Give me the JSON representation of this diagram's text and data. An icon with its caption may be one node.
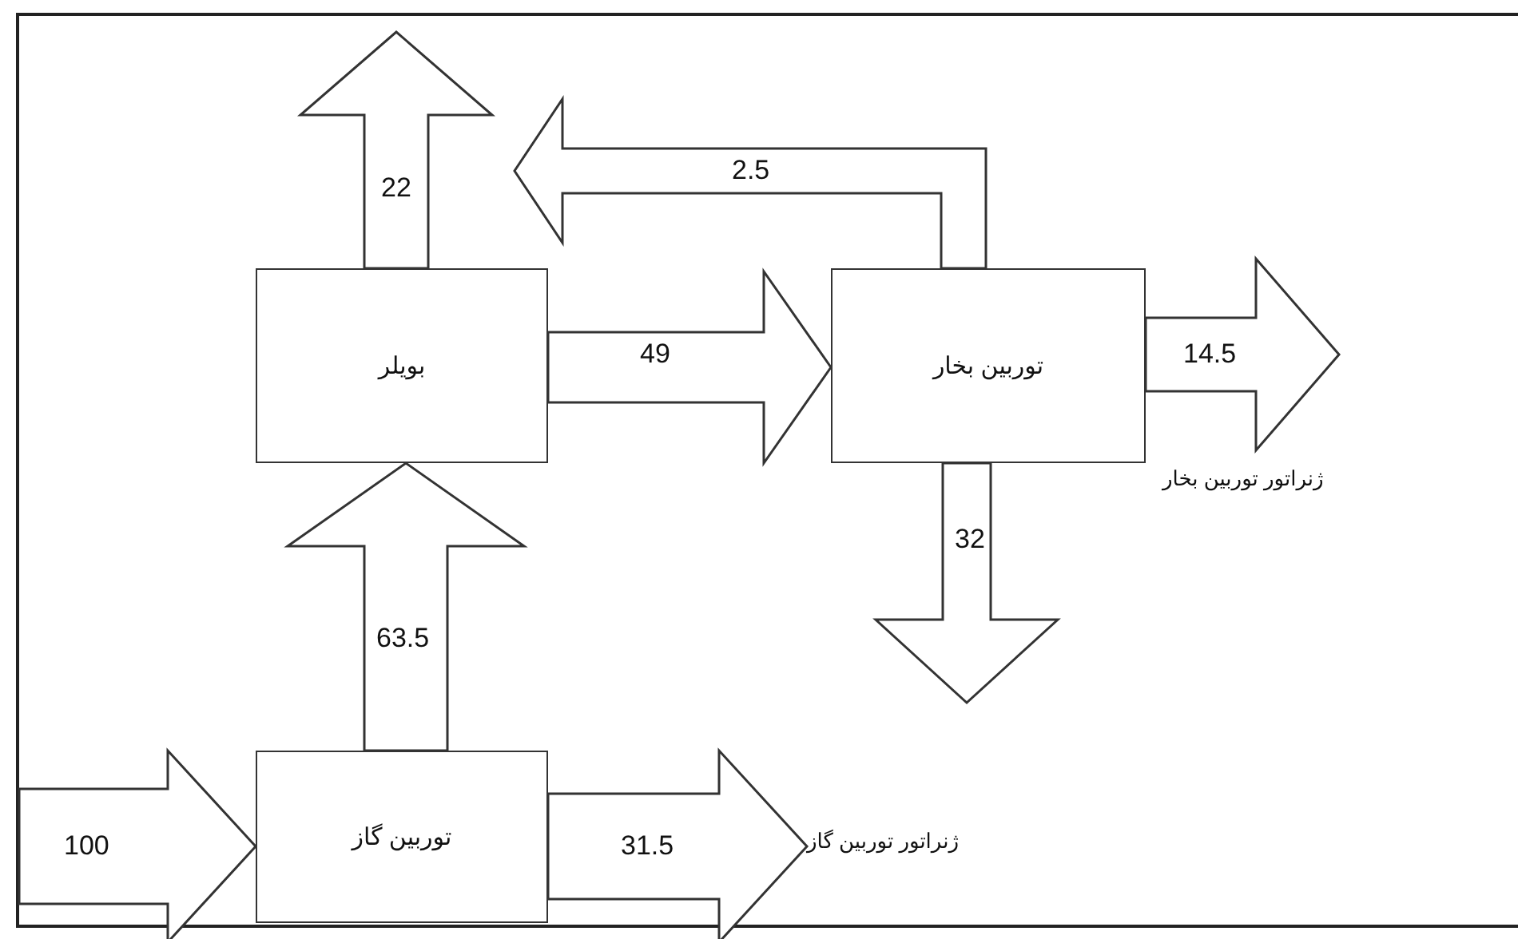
{
  "diagram": {
    "nodes": [
      {
        "text": [
          "بویلر"
        ]
      },
      {
        "text": [
          "توربین بخار"
        ]
      },
      {
        "text": [
          "توربین گاز"
        ]
      },
      {
        "text": [
          "ژنراتور توربین گاز"
        ]
      }
    ],
    "edges": [
      {
        "from": 0,
        "to": null,
        "arrow": "to",
        "label": "22"
      },
      {
        "from": 1,
        "to": null,
        "arrow": "to",
        "label": "2.5"
      },
      {
        "from": 0,
        "to": 1,
        "arrow": "to",
        "label": "49"
      },
      {
        "from": 1,
        "to": null,
        "arrow": "to",
        "label": "14.5"
      },
      {
        "from": 1,
        "to": null,
        "arrow": "to",
        "label": "32"
      },
      {
        "from": 2,
        "to": 0,
        "arrow": "to",
        "label": "63.5"
      },
      {
        "from": null,
        "to": 2,
        "arrow": "to",
        "label": "100"
      },
      {
        "from": 2,
        "to": 3,
        "arrow": "to",
        "label": "31.5"
      }
    ],
    "labels": [
      "ژنراتور توربین بخار"
    ]
  }
}
